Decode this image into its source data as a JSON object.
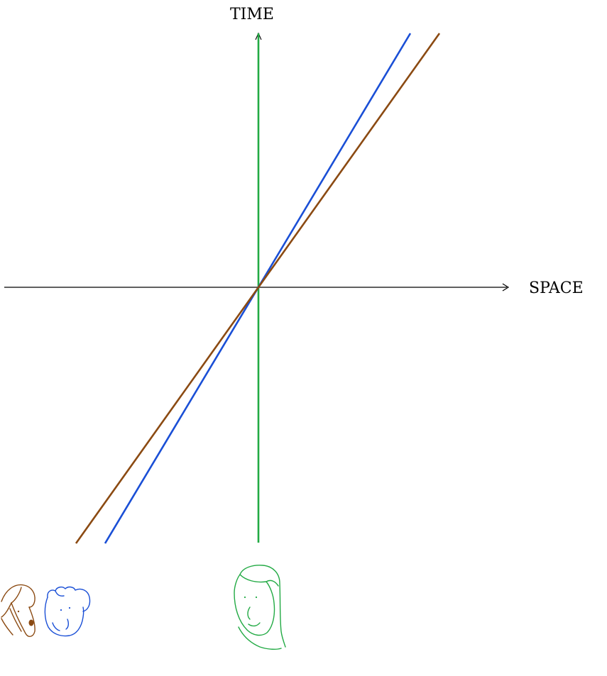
{
  "diagram": {
    "type": "spacetime-diagram",
    "axes": {
      "time_label": "TIME",
      "space_label": "SPACE"
    },
    "worldlines": [
      {
        "observer": "girl",
        "color": "#22aa44",
        "velocity": 0
      },
      {
        "observer": "boy",
        "color": "#1a4fd6",
        "velocity": 0.59
      },
      {
        "observer": "dog",
        "color": "#8b4a12",
        "velocity": 0.71
      }
    ],
    "colors": {
      "axis": "#000000",
      "girl": "#22aa44",
      "boy": "#1a4fd6",
      "dog": "#8b4a12"
    },
    "icons": [
      "dog-face-icon",
      "boy-face-icon",
      "girl-face-icon"
    ]
  }
}
